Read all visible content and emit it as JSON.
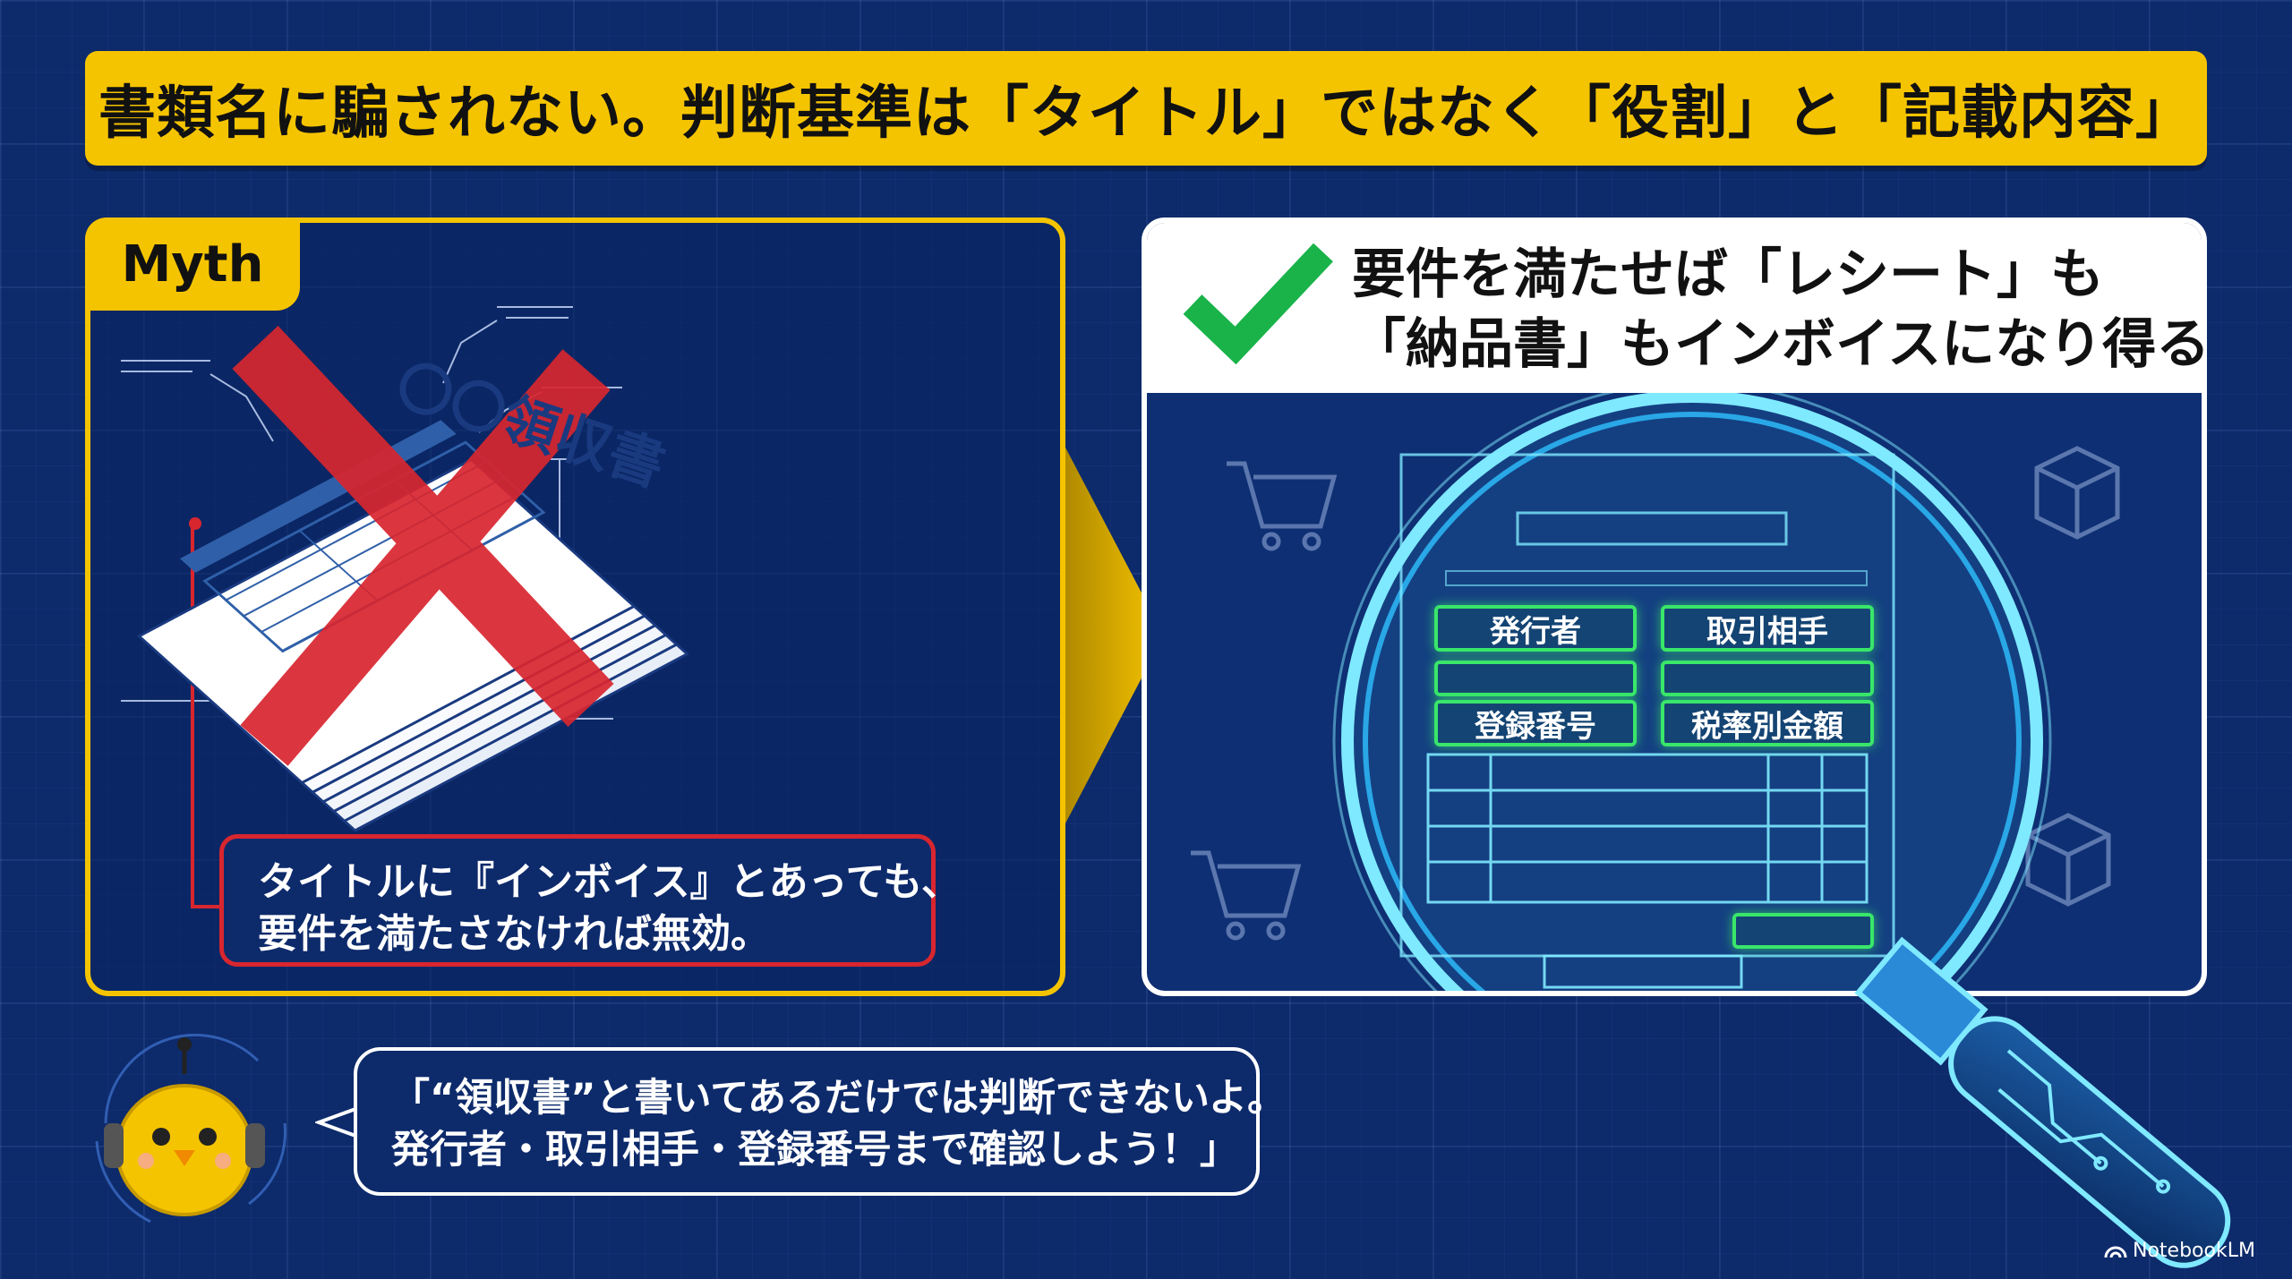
{
  "title": "書類名に騙されない。判断基準は「タイトル」ではなく「役割」と「記載内容」",
  "myth": {
    "tag": "Myth",
    "doc_title": "〇〇領収書",
    "note_lines": [
      "タイトルに『インボイス』とあっても、",
      "要件を満たさなければ無効。"
    ]
  },
  "fact": {
    "heading_lines": [
      "要件を満たせば「レシート」も",
      "「納品書」もインボイスになり得る"
    ],
    "fields": {
      "issuer": "発行者",
      "counterparty": "取引相手",
      "registration_number": "登録番号",
      "amount_by_tax_rate": "税率別金額"
    }
  },
  "bubble_lines": [
    "「“領収書”と書いてあるだけでは判断できないよ。",
    "発行者・取引相手・登録番号まで確認しよう！」"
  ],
  "footer": {
    "brand": "NotebookLM"
  },
  "colors": {
    "background": "#0d2a6b",
    "accent_yellow": "#f5c400",
    "cross_red": "#d8262f",
    "glow_green": "#39e66a",
    "glow_cyan": "#7fe9ff"
  }
}
